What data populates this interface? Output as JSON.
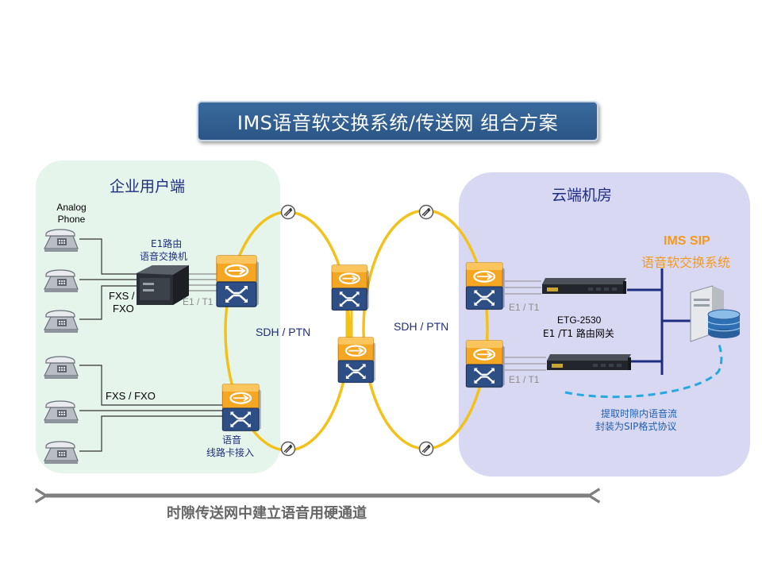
{
  "title": "IMS语音软交换系统/传送网 组合方案",
  "enterprise": {
    "label": "企业用户端",
    "analog_phone_label": "Analog Phone",
    "pbx_label_line1": "E1路由",
    "pbx_label_line2": "语音交换机",
    "fxs_fxo_short_line1": "FXS /",
    "fxs_fxo_short_line2": "FXO",
    "fxs_fxo_long": "FXS / FXO",
    "e1t1_label": "E1 / T1",
    "voice_card_line1": "语音",
    "voice_card_line2": "线路卡接入"
  },
  "network": {
    "left_ring_label": "SDH / PTN",
    "right_ring_label": "SDH / PTN"
  },
  "cloud": {
    "label": "云端机房",
    "ims_title": "IMS SIP",
    "ims_subtitle": "语音软交换系统",
    "gateway_model": "ETG-2530",
    "gateway_desc": "E1 /T1 路由网关",
    "e1t1_top": "E1 / T1",
    "e1t1_bottom": "E1 / T1",
    "sip_note_line1": "提取时隙内语音流",
    "sip_note_line2": "封装为SIP格式协议"
  },
  "bottom_arrow_label": "时隙传送网中建立语音用硬通道",
  "colors": {
    "enterprise_bg": "#e6f5ec",
    "cloud_bg": "#d8d8f3",
    "ring": "#f2c21a",
    "router_top": "#f5a623",
    "router_bottom": "#2d4f86",
    "bus_line": "#1f2d80",
    "sip_dash": "#26a9e0",
    "orange_text": "#f39a1e",
    "arrow": "#7f7f7f"
  }
}
